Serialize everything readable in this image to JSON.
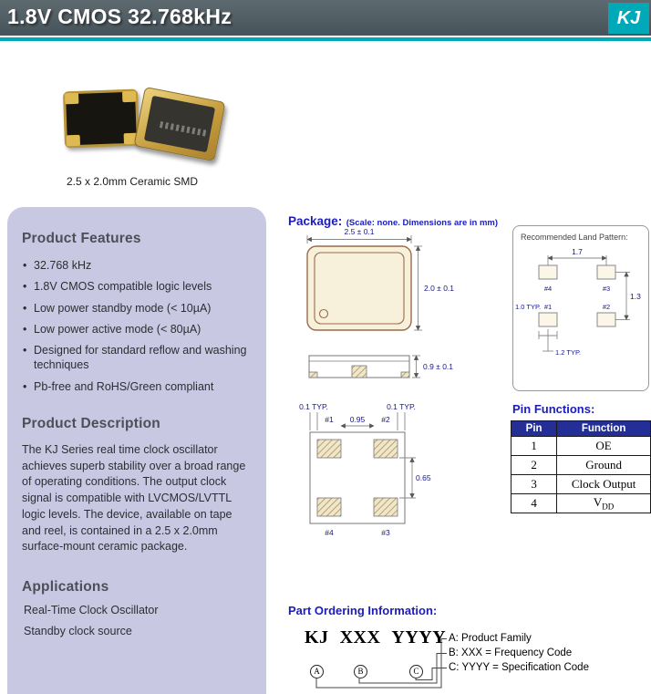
{
  "header": {
    "title": "1.8V CMOS 32.768kHz",
    "logo_text": "KJ"
  },
  "photo": {
    "caption": "2.5 x 2.0mm Ceramic SMD"
  },
  "sidebar": {
    "features_title": "Product Features",
    "features": [
      "32.768 kHz",
      "1.8V CMOS compatible logic levels",
      "Low power standby mode (< 10µA)",
      "Low power active mode (< 80µA)",
      "Designed for standard reflow and washing techniques",
      "Pb-free and RoHS/Green compliant"
    ],
    "description_title": "Product Description",
    "description": "The KJ Series real time clock oscillator achieves superb stability over a broad range of operating conditions. The output clock signal is compatible with LVCMOS/LVTTL logic levels.  The device, available on tape and reel, is contained in a 2.5 x 2.0mm surface-mount ceramic package.",
    "applications_title": "Applications",
    "applications": [
      "Real-Time Clock Oscillator",
      "Standby clock source"
    ]
  },
  "package": {
    "heading": "Package:",
    "heading_note": "(Scale: none. Dimensions are in mm)",
    "top_view": {
      "width_dim": "2.5 ± 0.1",
      "height_dim": "2.0 ± 0.1"
    },
    "side_view": {
      "height_dim": "0.9 ± 0.1"
    },
    "bottom_view": {
      "typ_left": "0.1 TYP.",
      "typ_right": "0.1 TYP.",
      "pitch_x": "0.95",
      "pitch_y": "0.65",
      "pad_top_left": "#1",
      "pad_top_right": "#2",
      "pad_bottom_left": "#4",
      "pad_bottom_right": "#3"
    },
    "land_pattern": {
      "title": "Recommended Land Pattern:",
      "dim_x": "1.7",
      "dim_y": "1.3",
      "dim_w": "1.0 TYP.",
      "dim_h": "1.2 TYP.",
      "pad_top_left": "#4",
      "pad_top_right": "#3",
      "pad_bottom_left": "#1",
      "pad_bottom_right": "#2"
    }
  },
  "pin_functions": {
    "heading": "Pin Functions:",
    "columns": [
      "Pin",
      "Function"
    ],
    "rows": [
      [
        "1",
        "OE"
      ],
      [
        "2",
        "Ground"
      ],
      [
        "3",
        "Clock Output"
      ],
      [
        "4",
        "VDD"
      ]
    ]
  },
  "ordering": {
    "heading": "Part Ordering Information:",
    "code_parts": [
      "KJ",
      "XXX",
      "YYYY"
    ],
    "markers": [
      "A",
      "B",
      "C"
    ],
    "labels": [
      "A: Product Family",
      "B: XXX = Frequency Code",
      "C: YYYY = Specification Code"
    ]
  },
  "colors": {
    "accent_teal": "#00a9b7",
    "heading_navy": "#1b1bbe",
    "table_header_bg": "#232f96",
    "sidebar_bg": "#c9c8e2",
    "header_bar_bg": "#4d5a61"
  }
}
